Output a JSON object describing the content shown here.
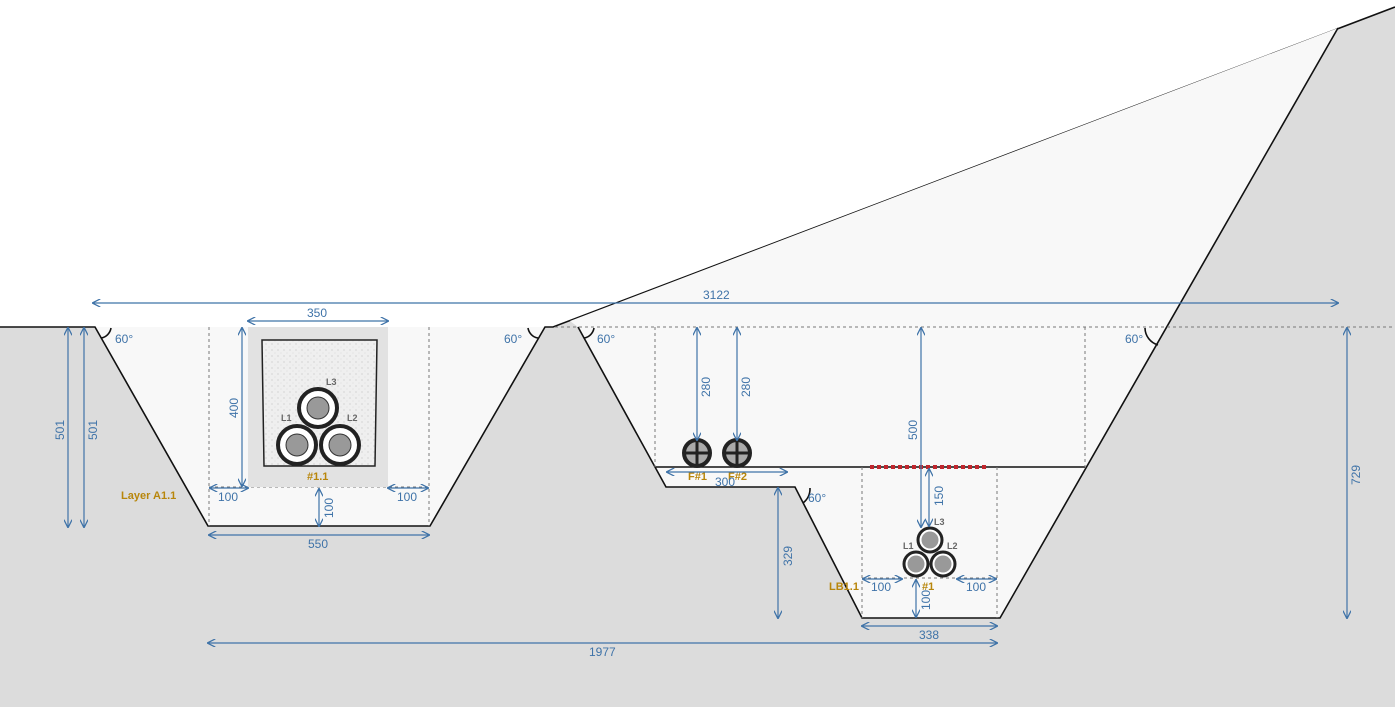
{
  "dimensions": {
    "total_width": "3122",
    "protection_width": "350",
    "protection_height": "400",
    "left_depth_a": "501",
    "left_depth_b": "501",
    "left_margin_left": "100",
    "left_margin_right": "100",
    "left_bottom_cover": "100",
    "left_bottom_width": "550",
    "f1_depth": "280",
    "f2_depth": "280",
    "right_depth_to_layer": "500",
    "right_cover": "150",
    "step_width": "300",
    "step_height": "329",
    "right_margin_left": "100",
    "right_margin_right": "100",
    "right_bottom_cover": "100",
    "right_bottom_width": "338",
    "overall_bottom_width": "1977",
    "total_depth": "729"
  },
  "angles": [
    "60°",
    "60°",
    "60°",
    "60°",
    "60°"
  ],
  "labels": {
    "layer_a": "Layer A1.1",
    "cable_group_left": "#1.1",
    "cable_group_right": "#1",
    "layer_b": "LB1.1",
    "fiber1": "F#1",
    "fiber2": "F#2"
  },
  "phases": {
    "l1": "L1",
    "l2": "L2",
    "l3": "L3"
  },
  "colors": {
    "dimension": "#3f73a8",
    "label": "#b8860b",
    "warning_tape": "#c0262d",
    "soil": "#dcdcdc"
  }
}
